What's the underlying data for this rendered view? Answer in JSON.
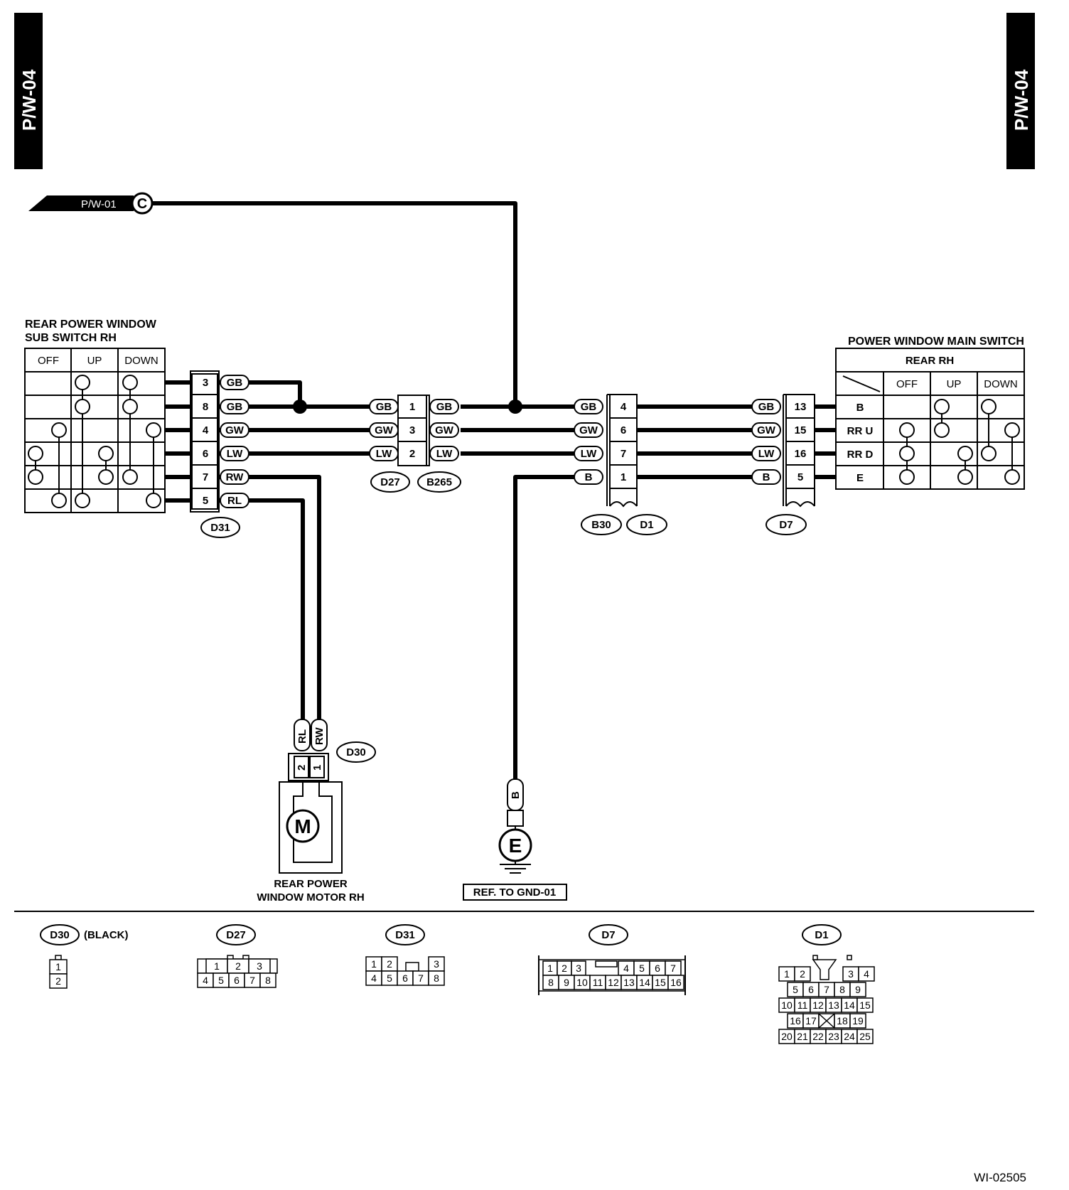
{
  "page_tag": "P/W-04",
  "ref_in": "P/W-01",
  "ref_in_terminal": "C",
  "figure_id": "WI-02505",
  "sub_switch": {
    "title_line1": "REAR POWER WINDOW",
    "title_line2": "SUB SWITCH RH",
    "headers": [
      "OFF",
      "UP",
      "DOWN"
    ]
  },
  "main_switch": {
    "title": "POWER WINDOW MAIN SWITCH",
    "group": "REAR RH",
    "headers": [
      "OFF",
      "UP",
      "DOWN"
    ],
    "rows": [
      "B",
      "RR U",
      "RR D",
      "E"
    ]
  },
  "d31_pins": [
    {
      "pin": "3",
      "wire": "GB"
    },
    {
      "pin": "8",
      "wire": "GB"
    },
    {
      "pin": "4",
      "wire": "GW"
    },
    {
      "pin": "6",
      "wire": "LW"
    },
    {
      "pin": "7",
      "wire": "RW"
    },
    {
      "pin": "5",
      "wire": "RL"
    }
  ],
  "d27_b265_pins": [
    {
      "left": "GB",
      "pin": "1",
      "right": "GB"
    },
    {
      "left": "GW",
      "pin": "3",
      "right": "GW"
    },
    {
      "left": "LW",
      "pin": "2",
      "right": "LW"
    }
  ],
  "b30_d1_pins": [
    {
      "wire": "GB",
      "pin": "4"
    },
    {
      "wire": "GW",
      "pin": "6"
    },
    {
      "wire": "LW",
      "pin": "7"
    },
    {
      "wire": "B",
      "pin": "1"
    }
  ],
  "d7_pins": [
    {
      "wire": "GB",
      "pin": "13"
    },
    {
      "wire": "GW",
      "pin": "15"
    },
    {
      "wire": "LW",
      "pin": "16"
    },
    {
      "wire": "B",
      "pin": "5"
    }
  ],
  "connectors": {
    "d31": "D31",
    "d27": "D27",
    "b265": "B265",
    "b30": "B30",
    "d1": "D1",
    "d7": "D7",
    "d30": "D30"
  },
  "motor": {
    "label_line1": "REAR POWER",
    "label_line2": "WINDOW MOTOR RH",
    "symbol": "M",
    "wires": [
      "RL",
      "RW"
    ],
    "pins": [
      "2",
      "1"
    ]
  },
  "ground": {
    "symbol": "E",
    "wire": "B",
    "ref": "REF. TO GND-01"
  },
  "faces": {
    "d30": {
      "name": "D30",
      "note": "(BLACK)",
      "row1": [
        "1"
      ],
      "row2": [
        "2"
      ]
    },
    "d27": {
      "name": "D27",
      "row1": [
        "1",
        "2",
        "3"
      ],
      "row2": [
        "4",
        "5",
        "6",
        "7",
        "8"
      ]
    },
    "d31": {
      "name": "D31",
      "row1": [
        "1",
        "2",
        "3"
      ],
      "row2": [
        "4",
        "5",
        "6",
        "7",
        "8"
      ]
    },
    "d7": {
      "name": "D7",
      "row1": [
        "1",
        "2",
        "3",
        "4",
        "5",
        "6",
        "7"
      ],
      "row2": [
        "8",
        "9",
        "10",
        "11",
        "12",
        "13",
        "14",
        "15",
        "16"
      ]
    },
    "d1": {
      "name": "D1",
      "row1": [
        "1",
        "2",
        "3",
        "4"
      ],
      "row2": [
        "5",
        "6",
        "7",
        "8",
        "9"
      ],
      "row3": [
        "10",
        "11",
        "12",
        "13",
        "14",
        "15"
      ],
      "row4": [
        "16",
        "17",
        "18",
        "19"
      ],
      "row5": [
        "20",
        "21",
        "22",
        "23",
        "24",
        "25"
      ]
    }
  }
}
